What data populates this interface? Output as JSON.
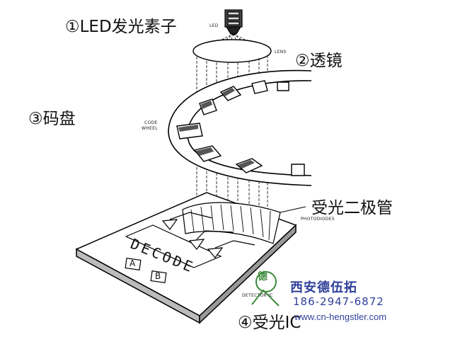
{
  "labels": {
    "led": "①LED发光素子",
    "led_small": "LED",
    "lens": "②透镜",
    "lens_small": "LENS",
    "code_wheel": "③码盘",
    "code_small_1": "CODE",
    "code_small_2": "WHEEL",
    "photodiode": "受光二极管",
    "photodiode_small": "PHOTODIODES",
    "decode": "DECODE",
    "out_a": "A",
    "out_b": "B",
    "receiver_ic": "④受光IC",
    "detector_small": "DETECTOR IC"
  },
  "watermark": {
    "company": "西安德伍拓",
    "phone": "186-2947-6872",
    "url": "www.cn-hengstler.com",
    "logo_char": "德",
    "color": "#2f3f9a",
    "logo_color": "#3a8a3a"
  }
}
